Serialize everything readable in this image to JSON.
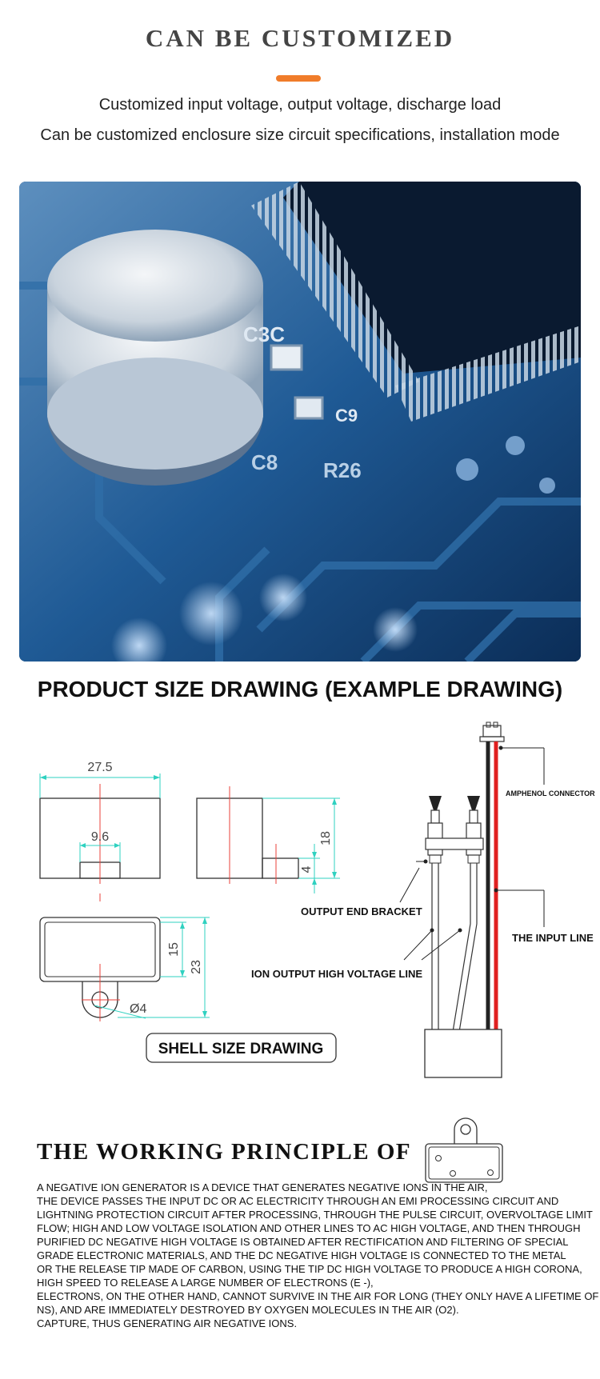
{
  "header": {
    "title": "CAN BE CUSTOMIZED",
    "lines": [
      "Customized input voltage, output voltage, discharge load",
      "Can be customized enclosure size circuit specifications, installation mode"
    ],
    "accent_color": "#f07c2a"
  },
  "photo": {
    "pcb_labels": [
      "C3C",
      "C9",
      "C8",
      "R26"
    ]
  },
  "size_section": {
    "heading": "PRODUCT SIZE DRAWING (EXAMPLE DRAWING)",
    "dimensions": {
      "width": "27.5",
      "slot": "9.6",
      "height": "18",
      "tab": "4",
      "inner_height": "15",
      "outer_height": "23",
      "hole": "Ø4"
    },
    "shell_label": "SHELL SIZE DRAWING",
    "callouts": {
      "connector": "AMPHENOL CONNECTOR",
      "bracket": "OUTPUT END BRACKET",
      "input_line": "THE INPUT LINE",
      "hv_line": "ION OUTPUT HIGH VOLTAGE LINE"
    },
    "colors": {
      "dimension": "#2fd1c0",
      "centerline": "#e8403a",
      "wire_red": "#e02020",
      "wire_black": "#222222"
    }
  },
  "principle": {
    "title": "THE WORKING PRINCIPLE OF",
    "lines": [
      "A NEGATIVE ION GENERATOR IS A DEVICE THAT GENERATES NEGATIVE IONS IN THE AIR,",
      "THE DEVICE PASSES THE INPUT DC OR AC ELECTRICITY THROUGH AN EMI PROCESSING CIRCUIT AND",
      "LIGHTNING PROTECTION CIRCUIT AFTER PROCESSING, THROUGH THE PULSE CIRCUIT, OVERVOLTAGE LIMIT",
      "FLOW; HIGH AND LOW VOLTAGE ISOLATION AND OTHER LINES TO AC HIGH VOLTAGE, AND THEN THROUGH",
      "PURIFIED DC NEGATIVE HIGH VOLTAGE IS OBTAINED AFTER RECTIFICATION AND FILTERING OF SPECIAL",
      "GRADE ELECTRONIC MATERIALS, AND THE DC NEGATIVE HIGH VOLTAGE IS CONNECTED TO THE METAL",
      "OR THE RELEASE TIP MADE OF CARBON, USING THE TIP DC HIGH VOLTAGE TO PRODUCE A HIGH CORONA,",
      "HIGH SPEED TO RELEASE A LARGE NUMBER OF ELECTRONS (E -),",
      "ELECTRONS, ON THE OTHER HAND, CANNOT SURVIVE IN THE AIR FOR LONG (THEY ONLY HAVE A LIFETIME OF",
      "NS), AND ARE IMMEDIATELY DESTROYED BY OXYGEN MOLECULES IN THE AIR (O2).",
      "CAPTURE, THUS GENERATING AIR NEGATIVE IONS."
    ]
  }
}
